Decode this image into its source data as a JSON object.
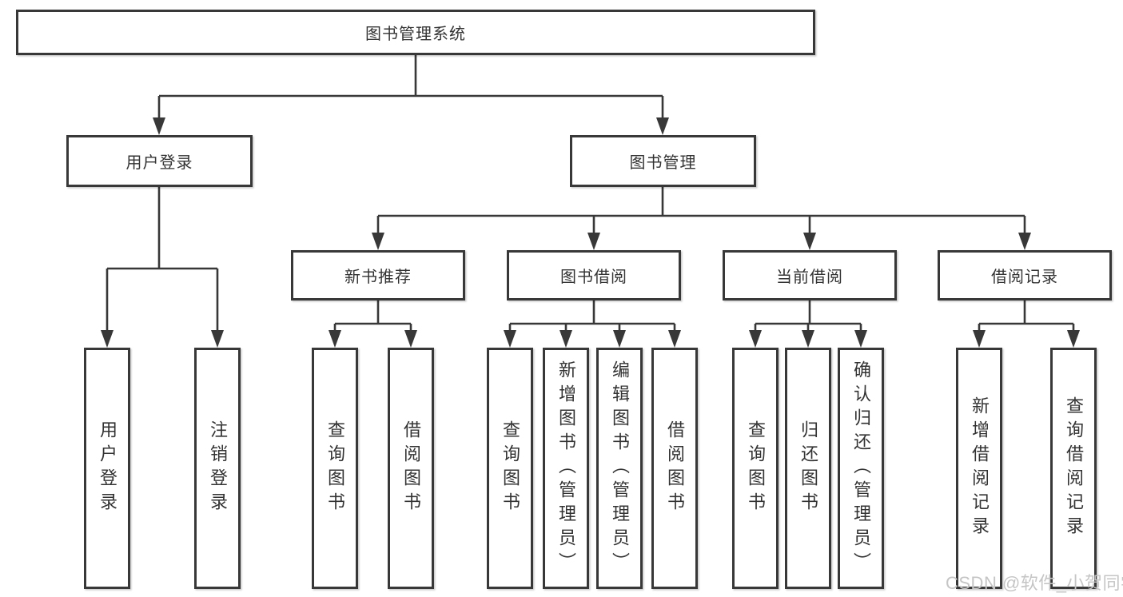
{
  "tree": {
    "label": "图书管理系统",
    "children": [
      {
        "label": "用户登录",
        "children": [
          {
            "label": "用户登录"
          },
          {
            "label": "注销登录"
          }
        ]
      },
      {
        "label": "图书管理",
        "children": [
          {
            "label": "新书推荐",
            "children": [
              {
                "label": "查询图书"
              },
              {
                "label": "借阅图书"
              }
            ]
          },
          {
            "label": "图书借阅",
            "children": [
              {
                "label": "查询图书"
              },
              {
                "label": "新增图书（管理员）"
              },
              {
                "label": "编辑图书（管理员）"
              },
              {
                "label": "借阅图书"
              }
            ]
          },
          {
            "label": "当前借阅",
            "children": [
              {
                "label": "查询图书"
              },
              {
                "label": "归还图书"
              },
              {
                "label": "确认归还（管理员）"
              }
            ]
          },
          {
            "label": "借阅记录",
            "children": [
              {
                "label": "新增借阅记录"
              },
              {
                "label": "查询借阅记录"
              }
            ]
          }
        ]
      }
    ]
  },
  "watermark": {
    "text": "CSDN @软件_小贺同学"
  },
  "colors": {
    "line": "#383838",
    "box_border": "#383838",
    "text": "#333333",
    "watermark": "#c5c5c5",
    "background": "#ffffff"
  }
}
